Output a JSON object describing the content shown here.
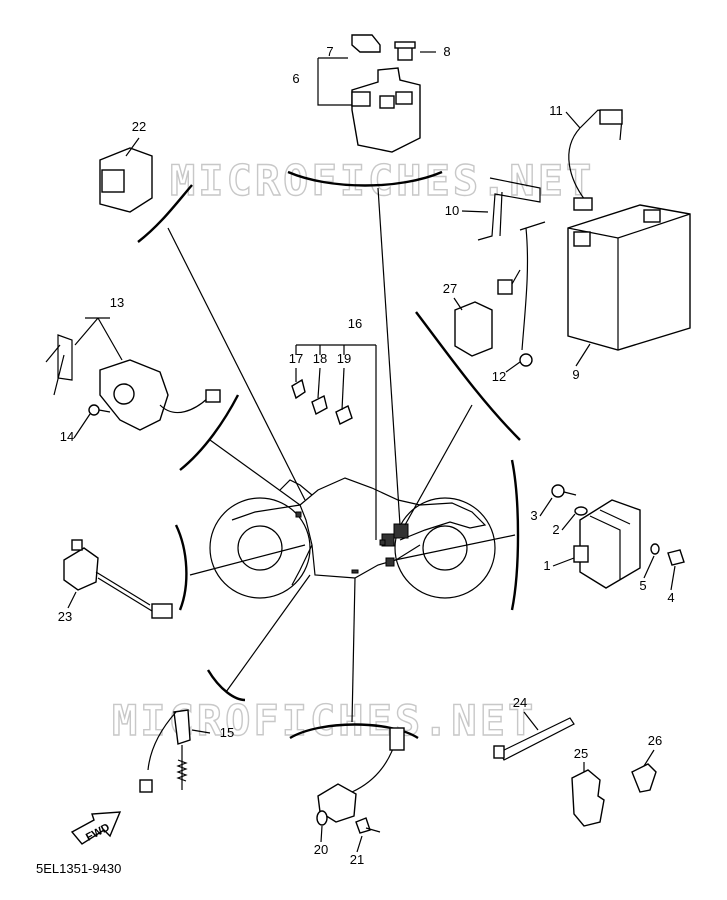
{
  "diagram": {
    "part_code": "5EL1351-9430",
    "watermark_top": "MICROFICHES.NET",
    "watermark_bottom": "MICROFICHES.NET",
    "forward_arrow_label": "FWD",
    "callouts": [
      "1",
      "2",
      "3",
      "4",
      "5",
      "6",
      "7",
      "8",
      "9",
      "10",
      "11",
      "12",
      "13",
      "14",
      "15",
      "16",
      "17",
      "18",
      "19",
      "20",
      "21",
      "22",
      "23",
      "24",
      "25",
      "26",
      "27"
    ]
  }
}
